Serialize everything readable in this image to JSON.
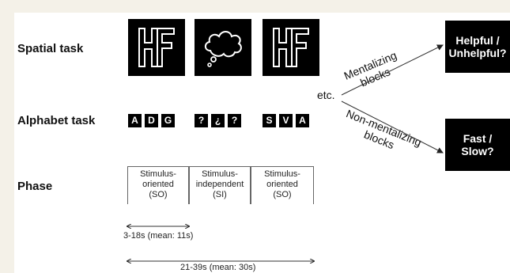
{
  "rows": {
    "spatial": "Spatial task",
    "alphabet": "Alphabet task",
    "phase": "Phase"
  },
  "tiles": [
    {
      "icon": "hf-outline-icon"
    },
    {
      "icon": "thought-bubble-icon"
    },
    {
      "icon": "hf-outline-icon"
    }
  ],
  "letter_groups": [
    [
      "A",
      "D",
      "G"
    ],
    [
      "?",
      "¿",
      "?"
    ],
    [
      "S",
      "V",
      "A"
    ]
  ],
  "phases": [
    {
      "lines": [
        "Stimulus-",
        "oriented",
        "(SO)"
      ]
    },
    {
      "lines": [
        "Stimulus-",
        "independent",
        "(SI)"
      ]
    },
    {
      "lines": [
        "Stimulus-",
        "oriented",
        "(SO)"
      ]
    }
  ],
  "etc": "etc.",
  "branches": {
    "mentalizing": [
      "Mentalizing",
      "blocks"
    ],
    "non_mentalizing": [
      "Non-mentalizing",
      "blocks"
    ]
  },
  "results": {
    "top": [
      "Helpful /",
      "Unhelpful?"
    ],
    "bottom": [
      "Fast /",
      "Slow?"
    ]
  },
  "timings": {
    "phase": "3-18s (mean: 11s)",
    "block": "21-39s (mean: 30s)"
  },
  "colors": {
    "background": "#f4f1e8",
    "tile": "#000000",
    "ink": "#111111"
  }
}
